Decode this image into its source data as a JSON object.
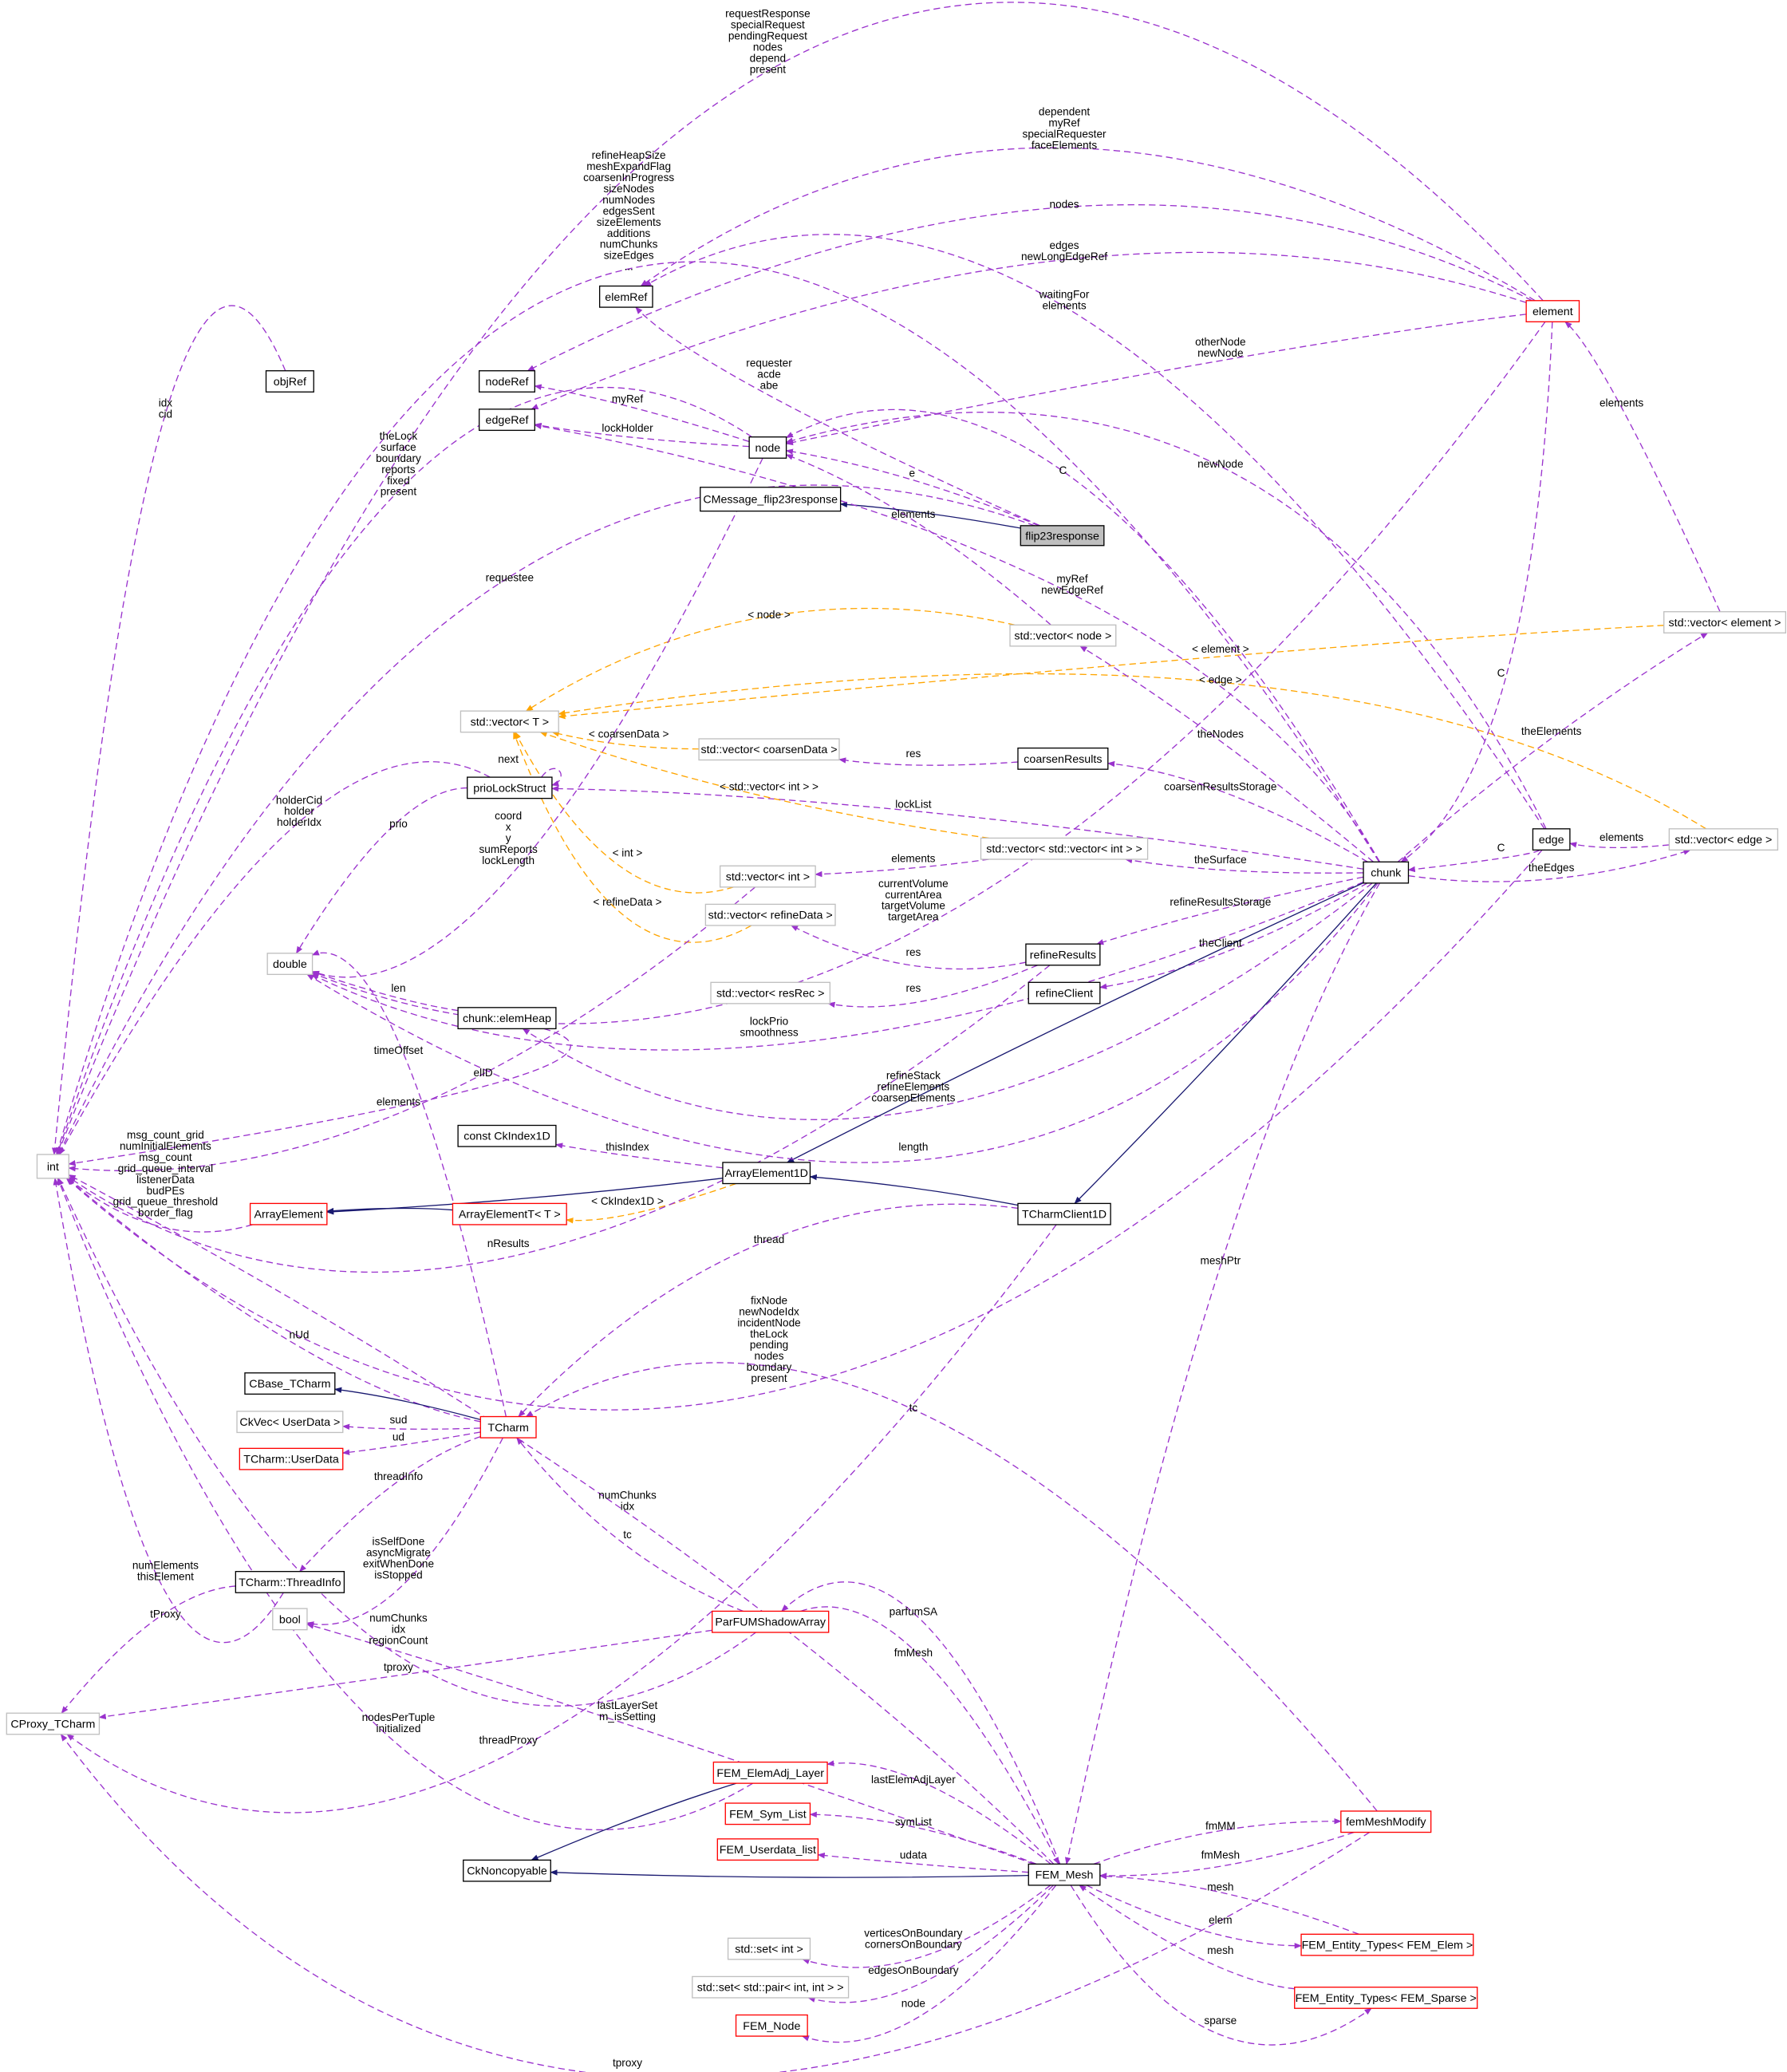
{
  "title": "Collaboration diagram for flip23response",
  "colors": {
    "inheritance": "#191970",
    "usage": "#9a32cd",
    "template": "#ffa500",
    "node_black": "#000000",
    "node_red": "#ff0000",
    "node_gray": "#bfbfbf",
    "highlight_fill": "#bfbfbf"
  },
  "nodes": [
    {
      "label": "int",
      "border": "gray"
    },
    {
      "label": "objRef",
      "border": "black"
    },
    {
      "label": "elemRef",
      "border": "black"
    },
    {
      "label": "nodeRef",
      "border": "black"
    },
    {
      "label": "edgeRef",
      "border": "black"
    },
    {
      "label": "node",
      "border": "black"
    },
    {
      "label": "CMessage_flip23response",
      "border": "black"
    },
    {
      "label": "flip23response",
      "border": "black",
      "highlight": true
    },
    {
      "label": "element",
      "border": "red"
    },
    {
      "label": "std::vector< element >",
      "border": "gray"
    },
    {
      "label": "std::vector< node >",
      "border": "gray"
    },
    {
      "label": "std::vector< T >",
      "border": "gray"
    },
    {
      "label": "std::vector< coarsenData >",
      "border": "gray"
    },
    {
      "label": "coarsenResults",
      "border": "black"
    },
    {
      "label": "prioLockStruct",
      "border": "black"
    },
    {
      "label": "std::vector< std::vector< int > >",
      "border": "gray"
    },
    {
      "label": "edge",
      "border": "black"
    },
    {
      "label": "std::vector< edge >",
      "border": "gray"
    },
    {
      "label": "chunk",
      "border": "black"
    },
    {
      "label": "std::vector< int >",
      "border": "gray"
    },
    {
      "label": "std::vector< refineData >",
      "border": "gray"
    },
    {
      "label": "double",
      "border": "gray"
    },
    {
      "label": "refineResults",
      "border": "black"
    },
    {
      "label": "std::vector< resRec >",
      "border": "gray"
    },
    {
      "label": "refineClient",
      "border": "black"
    },
    {
      "label": "chunk::elemHeap",
      "border": "black"
    },
    {
      "label": "const CkIndex1D",
      "border": "black"
    },
    {
      "label": "ArrayElement1D",
      "border": "black"
    },
    {
      "label": "ArrayElement",
      "border": "red"
    },
    {
      "label": "ArrayElementT< T >",
      "border": "red"
    },
    {
      "label": "TCharmClient1D",
      "border": "black"
    },
    {
      "label": "CBase_TCharm",
      "border": "black"
    },
    {
      "label": "CkVec< UserData >",
      "border": "gray"
    },
    {
      "label": "TCharm",
      "border": "red"
    },
    {
      "label": "TCharm::UserData",
      "border": "red"
    },
    {
      "label": "TCharm::ThreadInfo",
      "border": "black"
    },
    {
      "label": "bool",
      "border": "gray"
    },
    {
      "label": "ParFUMShadowArray",
      "border": "red"
    },
    {
      "label": "CProxy_TCharm",
      "border": "gray"
    },
    {
      "label": "FEM_ElemAdj_Layer",
      "border": "red"
    },
    {
      "label": "FEM_Sym_List",
      "border": "red"
    },
    {
      "label": "FEM_Userdata_list",
      "border": "red"
    },
    {
      "label": "CkNoncopyable",
      "border": "black"
    },
    {
      "label": "FEM_Mesh",
      "border": "black"
    },
    {
      "label": "femMeshModify",
      "border": "red"
    },
    {
      "label": "std::set< int >",
      "border": "gray"
    },
    {
      "label": "std::set< std::pair< int, int > >",
      "border": "gray"
    },
    {
      "label": "FEM_Entity_Types< FEM_Elem >",
      "border": "red"
    },
    {
      "label": "FEM_Entity_Types< FEM_Sparse >",
      "border": "red"
    },
    {
      "label": "FEM_Node",
      "border": "red"
    }
  ],
  "edges": [
    {
      "from": "element",
      "to": "int",
      "kind": "usage",
      "label": [
        "requestResponse",
        "specialRequest",
        "pendingRequest",
        "nodes",
        "depend",
        "present"
      ]
    },
    {
      "from": "element",
      "to": "elemRef",
      "kind": "usage",
      "label": [
        "dependent",
        "myRef",
        "specialRequester",
        "faceElements"
      ]
    },
    {
      "from": "element",
      "to": "nodeRef",
      "kind": "usage",
      "label": [
        "nodes"
      ]
    },
    {
      "from": "element",
      "to": "edgeRef",
      "kind": "usage",
      "label": [
        "edges",
        "newLongEdgeRef"
      ]
    },
    {
      "from": "edge",
      "to": "elemRef",
      "kind": "usage",
      "label": [
        "waitingFor",
        "elements"
      ]
    },
    {
      "from": "element",
      "to": "node",
      "kind": "usage",
      "label": [
        "otherNode",
        "newNode"
      ]
    },
    {
      "from": "chunk",
      "to": "int",
      "kind": "usage",
      "label": [
        "refineHeapSize",
        "meshExpandFlag",
        "coarsenInProgress",
        "sizeNodes",
        "numNodes",
        "edgesSent",
        "sizeElements",
        "additions",
        "numChunks",
        "sizeEdges",
        "..."
      ]
    },
    {
      "from": "objRef",
      "to": "int",
      "kind": "usage",
      "label": [
        "idx",
        "cid"
      ]
    },
    {
      "from": "node",
      "to": "int",
      "kind": "usage",
      "label": [
        "theLock",
        "surface",
        "boundary",
        "reports",
        "fixed",
        "present"
      ]
    },
    {
      "from": "flip23response",
      "to": "elemRef",
      "kind": "usage",
      "label": [
        "requester",
        "acde",
        "abe"
      ]
    },
    {
      "from": "node",
      "to": "nodeRef",
      "kind": "usage",
      "label": [
        "myRef"
      ]
    },
    {
      "from": "node",
      "to": "edgeRef",
      "kind": "usage",
      "label": [
        "lockHolder"
      ]
    },
    {
      "from": "flip23response",
      "to": "node",
      "kind": "usage",
      "label": [
        "e"
      ]
    },
    {
      "from": "chunk",
      "to": "node",
      "kind": "usage",
      "label": [
        "C"
      ]
    },
    {
      "from": "edge",
      "to": "node",
      "kind": "usage",
      "label": [
        "newNode"
      ]
    },
    {
      "from": "std::vector< node >",
      "to": "node",
      "kind": "usage",
      "label": [
        "elements"
      ]
    },
    {
      "from": "flip23response",
      "to": "CMessage_flip23response",
      "kind": "inherit",
      "label": []
    },
    {
      "from": "flip23response",
      "to": "int",
      "kind": "usage",
      "label": [
        "requestee"
      ]
    },
    {
      "from": "chunk",
      "to": "edgeRef",
      "kind": "usage",
      "label": [
        "myRef",
        "newEdgeRef"
      ]
    },
    {
      "from": "std::vector< node >",
      "to": "std::vector< T >",
      "kind": "templ",
      "label": [
        "< node >"
      ]
    },
    {
      "from": "std::vector< element >",
      "to": "std::vector< T >",
      "kind": "templ",
      "label": [
        "< element >"
      ]
    },
    {
      "from": "std::vector< edge >",
      "to": "std::vector< T >",
      "kind": "templ",
      "label": [
        "< edge >"
      ]
    },
    {
      "from": "element",
      "to": "chunk",
      "kind": "usage",
      "label": [
        "C"
      ]
    },
    {
      "from": "chunk",
      "to": "std::vector< element >",
      "kind": "usage",
      "label": [
        "theElements"
      ]
    },
    {
      "from": "chunk",
      "to": "std::vector< node >",
      "kind": "usage",
      "label": [
        "theNodes"
      ]
    },
    {
      "from": "std::vector< element >",
      "to": "element",
      "kind": "usage",
      "label": [
        "elements"
      ]
    },
    {
      "from": "std::vector< coarsenData >",
      "to": "std::vector< T >",
      "kind": "templ",
      "label": [
        "< coarsenData >"
      ]
    },
    {
      "from": "coarsenResults",
      "to": "std::vector< coarsenData >",
      "kind": "usage",
      "label": [
        "res"
      ]
    },
    {
      "from": "chunk",
      "to": "coarsenResults",
      "kind": "usage",
      "label": [
        "coarsenResultsStorage"
      ]
    },
    {
      "from": "chunk",
      "to": "prioLockStruct",
      "kind": "usage",
      "label": [
        "lockList"
      ]
    },
    {
      "from": "prioLockStruct",
      "to": "prioLockStruct",
      "kind": "usage",
      "label": [
        "next"
      ]
    },
    {
      "from": "std::vector< std::vector< int > >",
      "to": "std::vector< T >",
      "kind": "templ",
      "label": [
        "< std::vector< int > >"
      ]
    },
    {
      "from": "prioLockStruct",
      "to": "int",
      "kind": "usage",
      "label": [
        "holderCid",
        "holder",
        "holderIdx"
      ]
    },
    {
      "from": "prioLockStruct",
      "to": "double",
      "kind": "usage",
      "label": [
        "prio"
      ]
    },
    {
      "from": "node",
      "to": "double",
      "kind": "usage",
      "label": [
        "coord",
        "x",
        "y",
        "sumReports",
        "lockLength"
      ]
    },
    {
      "from": "std::vector< int >",
      "to": "std::vector< T >",
      "kind": "templ",
      "label": [
        "< int >"
      ]
    },
    {
      "from": "std::vector< std::vector< int > >",
      "to": "std::vector< int >",
      "kind": "usage",
      "label": [
        "elements"
      ]
    },
    {
      "from": "chunk",
      "to": "std::vector< std::vector< int > >",
      "kind": "usage",
      "label": [
        "theSurface"
      ]
    },
    {
      "from": "edge",
      "to": "chunk",
      "kind": "usage",
      "label": [
        "C"
      ]
    },
    {
      "from": "std::vector< edge >",
      "to": "edge",
      "kind": "usage",
      "label": [
        "elements"
      ]
    },
    {
      "from": "chunk",
      "to": "std::vector< edge >",
      "kind": "usage",
      "label": [
        "theEdges"
      ]
    },
    {
      "from": "std::vector< refineData >",
      "to": "std::vector< T >",
      "kind": "templ",
      "label": [
        "< refineData >"
      ]
    },
    {
      "from": "element",
      "to": "double",
      "kind": "usage",
      "label": [
        "currentVolume",
        "currentArea",
        "targetVolume",
        "targetArea"
      ]
    },
    {
      "from": "refineResults",
      "to": "std::vector< refineData >",
      "kind": "usage",
      "label": [
        "res"
      ]
    },
    {
      "from": "chunk",
      "to": "refineResults",
      "kind": "usage",
      "label": [
        "refineResultsStorage"
      ]
    },
    {
      "from": "chunk",
      "to": "refineClient",
      "kind": "usage",
      "label": [
        "theClient"
      ]
    },
    {
      "from": "refineResults",
      "to": "std::vector< resRec >",
      "kind": "usage",
      "label": [
        "res"
      ]
    },
    {
      "from": "chunk::elemHeap",
      "to": "double",
      "kind": "usage",
      "label": [
        "len"
      ]
    },
    {
      "from": "chunk",
      "to": "double",
      "kind": "usage",
      "label": [
        "lockPrio",
        "smoothness"
      ]
    },
    {
      "from": "chunk::elemHeap",
      "to": "int",
      "kind": "usage",
      "label": [
        "elID"
      ]
    },
    {
      "from": "TCharm",
      "to": "double",
      "kind": "usage",
      "label": [
        "timeOffset"
      ]
    },
    {
      "from": "std::vector< int >",
      "to": "int",
      "kind": "usage",
      "label": [
        "elements"
      ]
    },
    {
      "from": "chunk",
      "to": "chunk::elemHeap",
      "kind": "usage",
      "label": [
        "refineStack",
        "refineElements",
        "coarsenElements"
      ]
    },
    {
      "from": "ArrayElement1D",
      "to": "const CkIndex1D",
      "kind": "usage",
      "label": [
        "thisIndex"
      ]
    },
    {
      "from": "chunk",
      "to": "ArrayElement1D",
      "kind": "inherit",
      "label": []
    },
    {
      "from": "chunk",
      "to": "TCharmClient1D",
      "kind": "inherit",
      "label": []
    },
    {
      "from": "TCharmClient1D",
      "to": "ArrayElement1D",
      "kind": "inherit",
      "label": []
    },
    {
      "from": "ArrayElement1D",
      "to": "ArrayElement",
      "kind": "inherit",
      "label": []
    },
    {
      "from": "ArrayElementT< T >",
      "to": "ArrayElement",
      "kind": "inherit",
      "label": []
    },
    {
      "from": "ArrayElement1D",
      "to": "ArrayElementT< T >",
      "kind": "templ",
      "label": [
        "< CkIndex1D >"
      ]
    },
    {
      "from": "ArrayElement",
      "to": "int",
      "kind": "usage",
      "label": [
        "msg_count_grid",
        "numInitialElements",
        "msg_count",
        "grid_queue_interval",
        "listenerData",
        "budPEs",
        "grid_queue_threshold",
        "border_flag"
      ]
    },
    {
      "from": "refineResults",
      "to": "int",
      "kind": "usage",
      "label": [
        "nResults"
      ]
    },
    {
      "from": "chunk",
      "to": "double",
      "kind": "usage",
      "label": [
        "length"
      ]
    },
    {
      "from": "TCharmClient1D",
      "to": "TCharm",
      "kind": "usage",
      "label": [
        "thread"
      ]
    },
    {
      "from": "edge",
      "to": "int",
      "kind": "usage",
      "label": [
        "fixNode",
        "newNodeIdx",
        "incidentNode",
        "theLock",
        "pending",
        "nodes",
        "boundary",
        "present"
      ]
    },
    {
      "from": "TCharm",
      "to": "int",
      "kind": "usage",
      "label": [
        "nUd"
      ]
    },
    {
      "from": "TCharm",
      "to": "CBase_TCharm",
      "kind": "inherit",
      "label": []
    },
    {
      "from": "TCharm",
      "to": "CkVec< UserData >",
      "kind": "usage",
      "label": [
        "sud"
      ]
    },
    {
      "from": "TCharm",
      "to": "TCharm::UserData",
      "kind": "usage",
      "label": [
        "ud"
      ]
    },
    {
      "from": "femMeshModify",
      "to": "TCharm",
      "kind": "usage",
      "label": [
        "tc"
      ]
    },
    {
      "from": "TCharm",
      "to": "TCharm::ThreadInfo",
      "kind": "usage",
      "label": [
        "threadInfo"
      ]
    },
    {
      "from": "FEM_Mesh",
      "to": "int",
      "kind": "usage",
      "label": [
        "numChunks",
        "idx"
      ]
    },
    {
      "from": "ParFUMShadowArray",
      "to": "TCharm",
      "kind": "usage",
      "label": [
        "tc"
      ]
    },
    {
      "from": "TCharm",
      "to": "bool",
      "kind": "usage",
      "label": [
        "isSelfDone",
        "asyncMigrate",
        "exitWhenDone",
        "isStopped"
      ]
    },
    {
      "from": "TCharm::ThreadInfo",
      "to": "int",
      "kind": "usage",
      "label": [
        "numElements",
        "thisElement"
      ]
    },
    {
      "from": "TCharm::ThreadInfo",
      "to": "CProxy_TCharm",
      "kind": "usage",
      "label": [
        "tProxy"
      ]
    },
    {
      "from": "ParFUMShadowArray",
      "to": "int",
      "kind": "usage",
      "label": [
        "numChunks",
        "idx",
        "regionCount"
      ]
    },
    {
      "from": "FEM_Mesh",
      "to": "ParFUMShadowArray",
      "kind": "usage",
      "label": [
        "parfumSA"
      ]
    },
    {
      "from": "ParFUMShadowArray",
      "to": "FEM_Mesh",
      "kind": "usage",
      "label": [
        "fmMesh"
      ]
    },
    {
      "from": "ParFUMShadowArray",
      "to": "CProxy_TCharm",
      "kind": "usage",
      "label": [
        "tproxy"
      ]
    },
    {
      "from": "FEM_ElemAdj_Layer",
      "to": "int",
      "kind": "usage",
      "label": [
        "nodesPerTuple",
        "initialized"
      ]
    },
    {
      "from": "FEM_Mesh",
      "to": "bool",
      "kind": "usage",
      "label": [
        "lastLayerSet",
        "m_isSetting"
      ]
    },
    {
      "from": "TCharmClient1D",
      "to": "CProxy_TCharm",
      "kind": "usage",
      "label": [
        "threadProxy"
      ]
    },
    {
      "from": "FEM_Mesh",
      "to": "FEM_ElemAdj_Layer",
      "kind": "usage",
      "label": [
        "lastElemAdjLayer"
      ]
    },
    {
      "from": "FEM_Mesh",
      "to": "FEM_Sym_List",
      "kind": "usage",
      "label": [
        "symList"
      ]
    },
    {
      "from": "FEM_Mesh",
      "to": "FEM_Userdata_list",
      "kind": "usage",
      "label": [
        "udata"
      ]
    },
    {
      "from": "FEM_ElemAdj_Layer",
      "to": "CkNoncopyable",
      "kind": "inherit",
      "label": []
    },
    {
      "from": "FEM_Mesh",
      "to": "CkNoncopyable",
      "kind": "inherit",
      "label": []
    },
    {
      "from": "FEM_Mesh",
      "to": "femMeshModify",
      "kind": "usage",
      "label": [
        "fmMM"
      ]
    },
    {
      "from": "femMeshModify",
      "to": "FEM_Mesh",
      "kind": "usage",
      "label": [
        "fmMesh"
      ]
    },
    {
      "from": "FEM_Entity_Types< FEM_Elem >",
      "to": "FEM_Mesh",
      "kind": "usage",
      "label": [
        "mesh"
      ]
    },
    {
      "from": "FEM_Mesh",
      "to": "FEM_Entity_Types< FEM_Elem >",
      "kind": "usage",
      "label": [
        "elem"
      ]
    },
    {
      "from": "FEM_Entity_Types< FEM_Sparse >",
      "to": "FEM_Mesh",
      "kind": "usage",
      "label": [
        "mesh"
      ]
    },
    {
      "from": "FEM_Mesh",
      "to": "FEM_Entity_Types< FEM_Sparse >",
      "kind": "usage",
      "label": [
        "sparse"
      ]
    },
    {
      "from": "FEM_Mesh",
      "to": "std::set< int >",
      "kind": "usage",
      "label": [
        "verticesOnBoundary",
        "cornersOnBoundary"
      ]
    },
    {
      "from": "FEM_Mesh",
      "to": "std::set< std::pair< int, int > >",
      "kind": "usage",
      "label": [
        "edgesOnBoundary"
      ]
    },
    {
      "from": "FEM_Mesh",
      "to": "FEM_Node",
      "kind": "usage",
      "label": [
        "node"
      ]
    },
    {
      "from": "femMeshModify",
      "to": "CProxy_TCharm",
      "kind": "usage",
      "label": [
        "tproxy"
      ]
    },
    {
      "from": "chunk",
      "to": "FEM_Mesh",
      "kind": "usage",
      "label": [
        "meshPtr"
      ]
    }
  ]
}
